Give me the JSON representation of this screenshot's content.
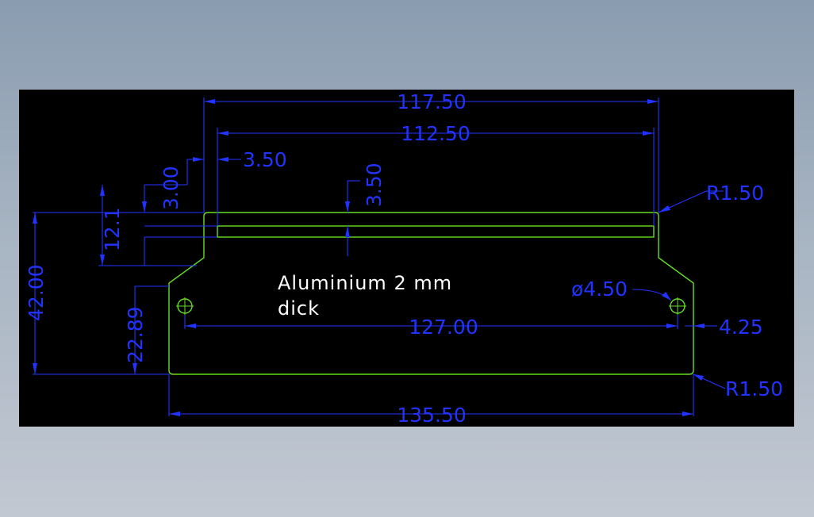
{
  "colors": {
    "background_top": "#8a9cb0",
    "background_bottom": "#c2c8d2",
    "viewport": "#000000",
    "outline": "#66dd22",
    "dimension": "#2233ff",
    "hole": "#66dd22",
    "note": "#ffffff"
  },
  "note": {
    "line1": "Aluminium  2  mm",
    "line2": "dick"
  },
  "dimensions": {
    "d_117_50": "117.50",
    "d_112_50": "112.50",
    "d_3_50_left": "3.50",
    "d_3_00": "3.00",
    "d_3_50_mid": "3.50",
    "d_12_1": "12.1",
    "d_42_00": "42.00",
    "d_22_89": "22.89",
    "d_r1_50_top": "R1.50",
    "d_dia_4_50": "ø4.50",
    "d_127_00": "127.00",
    "d_4_25": "4.25",
    "d_r1_50_bottom": "R1.50",
    "d_135_50": "135.50"
  }
}
